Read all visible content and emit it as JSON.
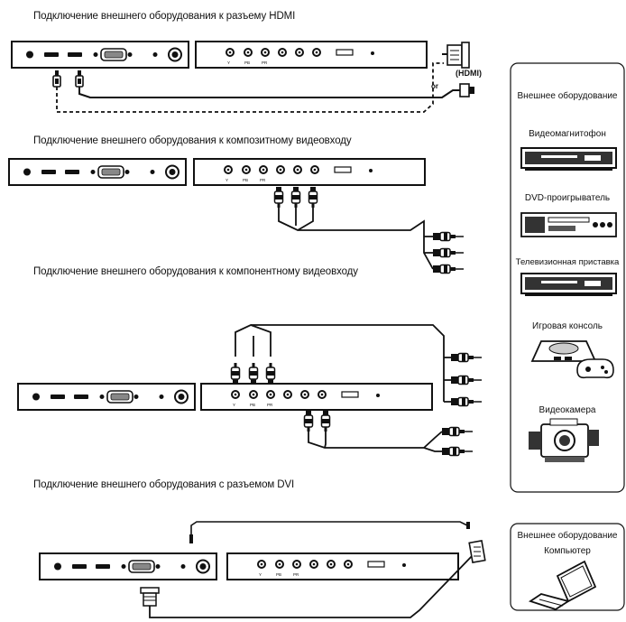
{
  "sections": {
    "hdmi_title": "Подключение внешнего оборудования к разъему HDMI",
    "composite_title": "Подключение внешнего оборудования к композитному видеовходу",
    "component_title": "Подключение внешнего оборудования к компонентному видеовходу",
    "dvi_title": "Подключение внешнего оборудования с разъемом DVI"
  },
  "hdmi_labels": {
    "hdmi": "(HDMI)",
    "or": "or"
  },
  "panel_labels": {
    "y": "Y",
    "pb": "PB",
    "pr": "PR"
  },
  "sidebar_top": {
    "header": "Внешнее оборудование",
    "items": [
      {
        "label": "Видеомагнитофон",
        "icon": "vcr-icon"
      },
      {
        "label": "DVD-проигрыватель",
        "icon": "dvd-player-icon"
      },
      {
        "label": "Телевизионная приставка",
        "icon": "set-top-box-icon"
      },
      {
        "label": "Игровая консоль",
        "icon": "game-console-icon"
      },
      {
        "label": "Видеокамера",
        "icon": "camcorder-icon"
      }
    ]
  },
  "sidebar_bottom": {
    "header": "Внешнее оборудование",
    "items": [
      {
        "label": "Компьютер",
        "icon": "laptop-icon"
      }
    ]
  }
}
